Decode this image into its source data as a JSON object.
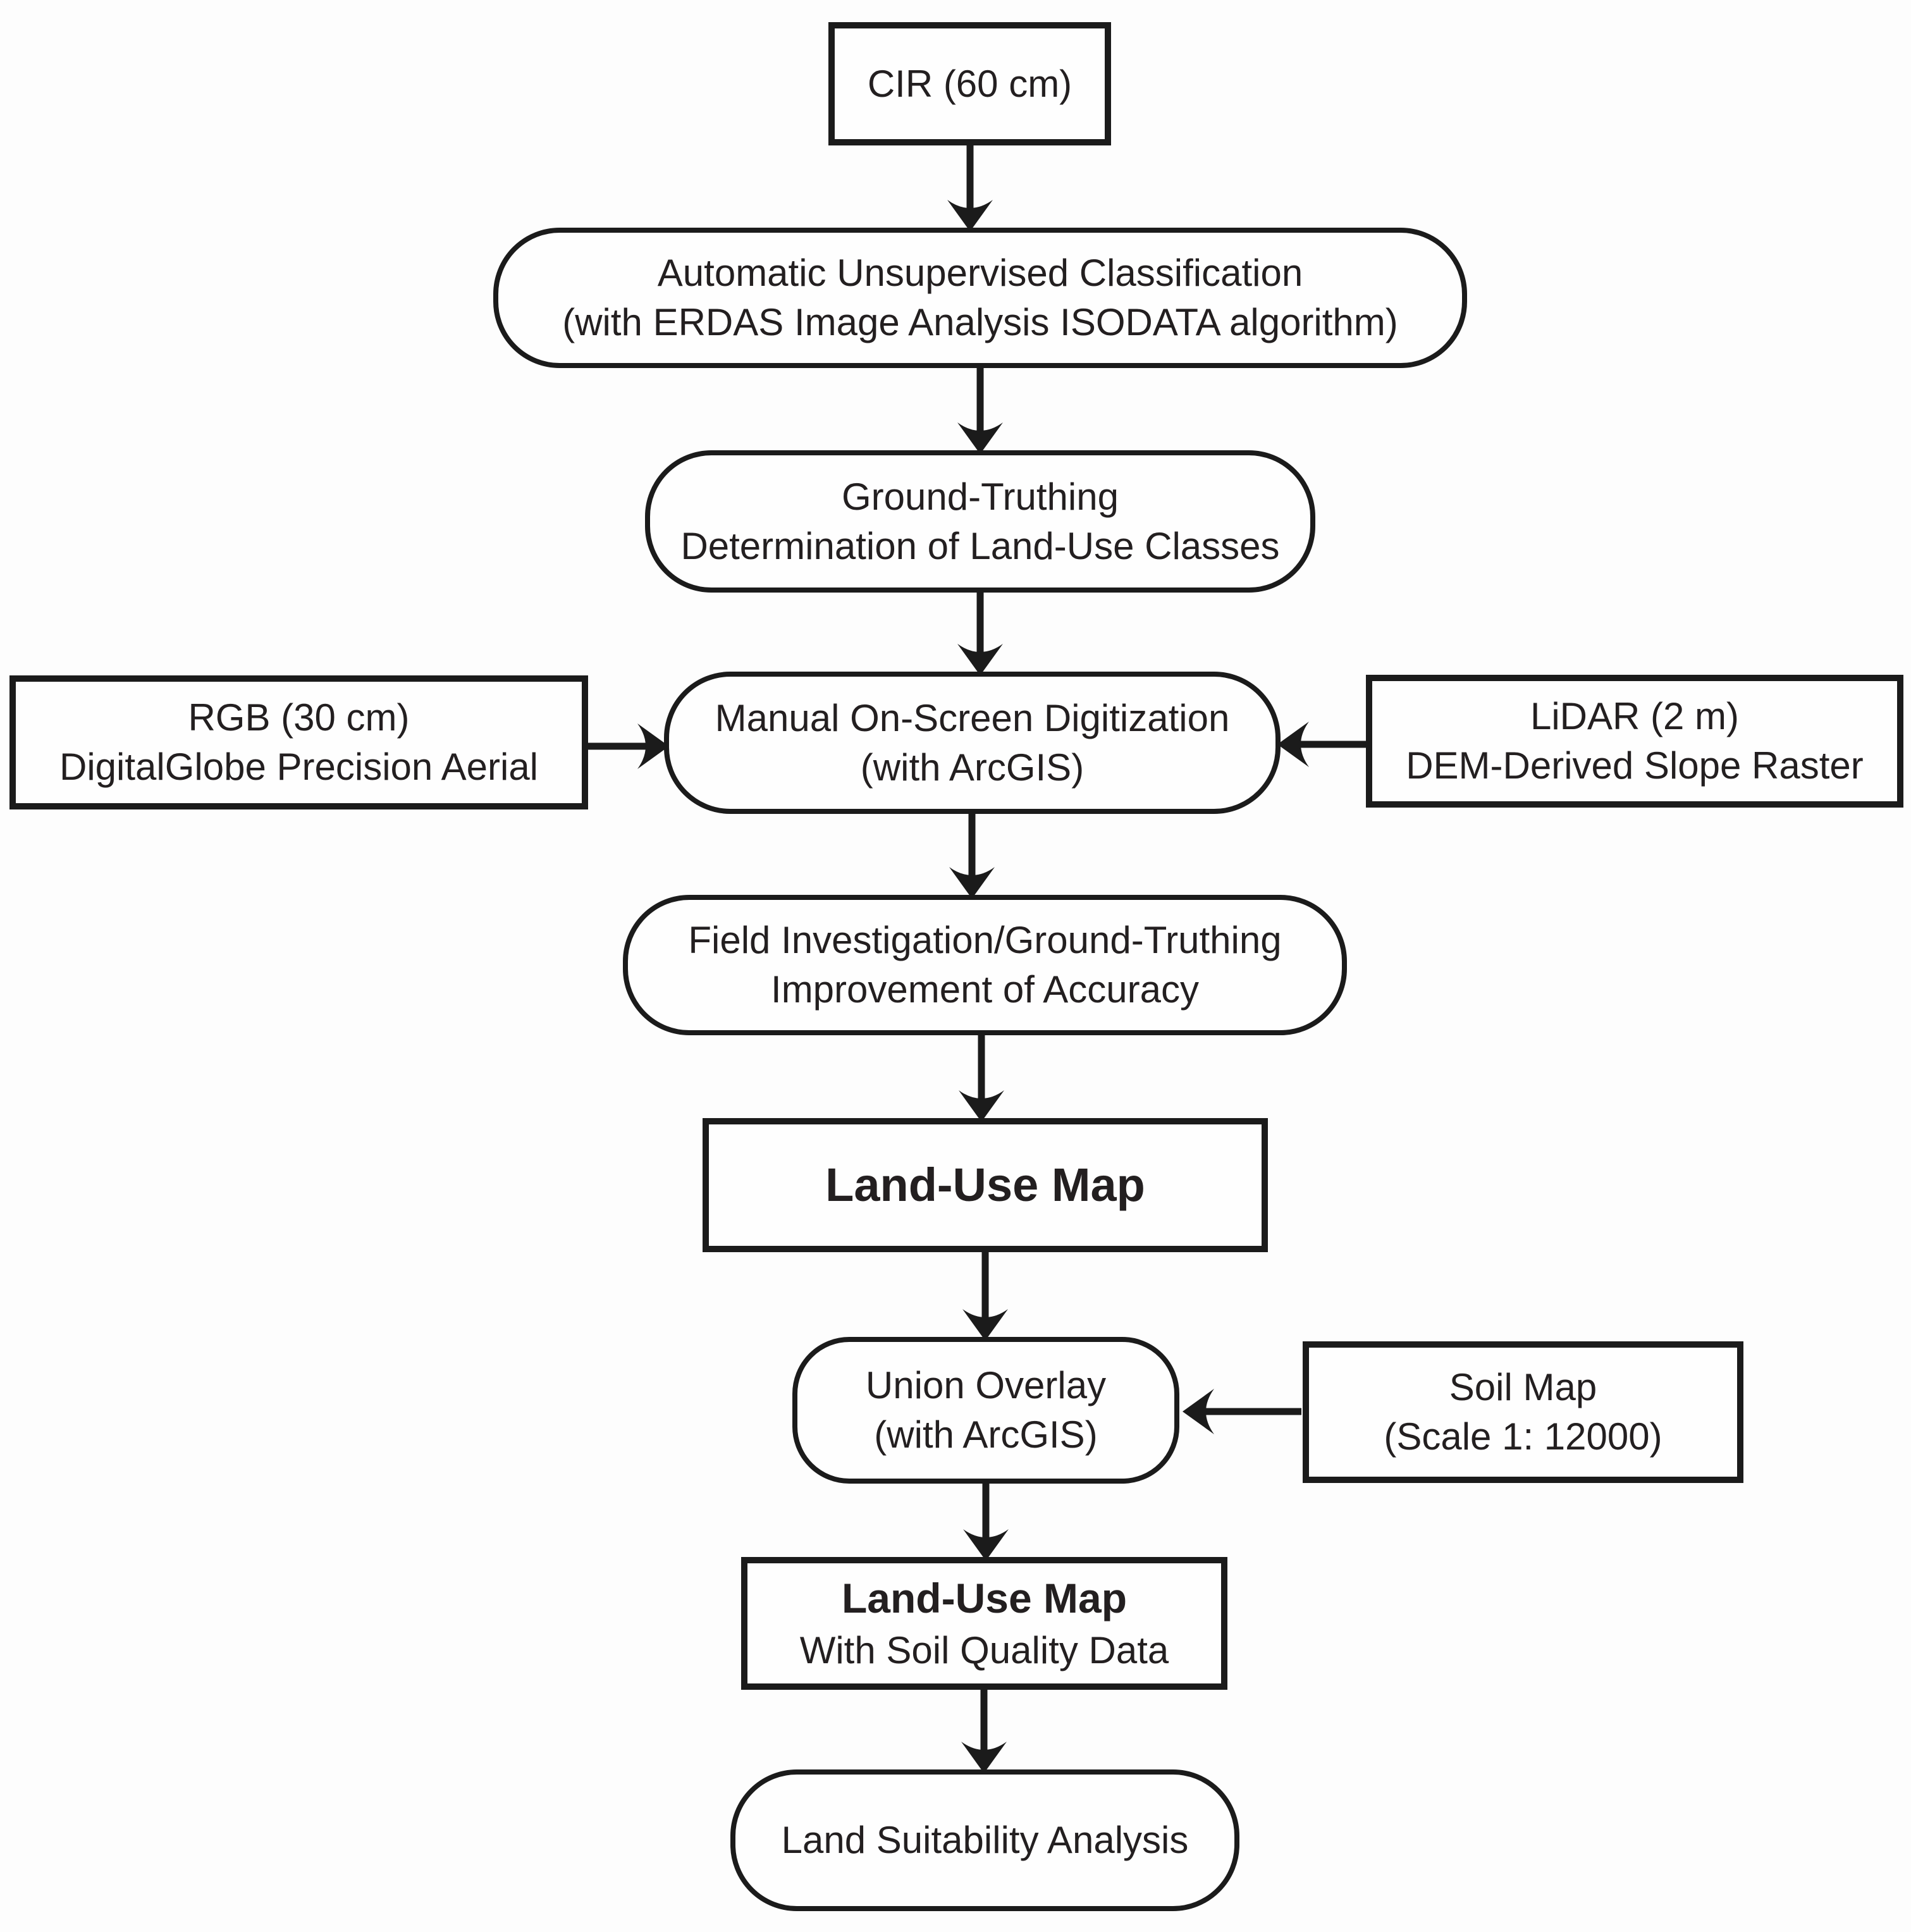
{
  "diagram": {
    "background_color": "#fdfdfd",
    "stroke_color": "#1b1b1b",
    "nodes": {
      "cir": {
        "label": "CIR (60 cm)"
      },
      "classification": {
        "line1": "Automatic Unsupervised Classification",
        "line2": "(with ERDAS Image Analysis ISODATA algorithm)"
      },
      "ground_truthing": {
        "line1": "Ground-Truthing",
        "line2": "Determination of Land-Use Classes"
      },
      "rgb": {
        "line1": "RGB (30 cm)",
        "line2": "DigitalGlobe Precision Aerial"
      },
      "digitization": {
        "line1": "Manual On-Screen Digitization",
        "line2": "(with ArcGIS)"
      },
      "lidar": {
        "line1": "LiDAR (2 m)",
        "line2": "DEM-Derived Slope Raster"
      },
      "field_investigation": {
        "line1": "Field Investigation/Ground-Truthing",
        "line2": "Improvement of Accuracy"
      },
      "land_use_map": {
        "label": "Land-Use Map"
      },
      "union_overlay": {
        "line1": "Union Overlay",
        "line2": "(with ArcGIS)"
      },
      "soil_map": {
        "line1": "Soil Map",
        "line2": "(Scale 1: 12000)"
      },
      "land_use_map_soil": {
        "line1": "Land-Use Map",
        "line2": "With Soil Quality Data"
      },
      "land_suitability": {
        "label": "Land Suitability Analysis"
      }
    },
    "edges": [
      {
        "from": "cir",
        "to": "classification"
      },
      {
        "from": "classification",
        "to": "ground_truthing"
      },
      {
        "from": "ground_truthing",
        "to": "digitization"
      },
      {
        "from": "rgb",
        "to": "digitization"
      },
      {
        "from": "lidar",
        "to": "digitization"
      },
      {
        "from": "digitization",
        "to": "field_investigation"
      },
      {
        "from": "field_investigation",
        "to": "land_use_map"
      },
      {
        "from": "land_use_map",
        "to": "union_overlay"
      },
      {
        "from": "soil_map",
        "to": "union_overlay"
      },
      {
        "from": "union_overlay",
        "to": "land_use_map_soil"
      },
      {
        "from": "land_use_map_soil",
        "to": "land_suitability"
      }
    ]
  }
}
